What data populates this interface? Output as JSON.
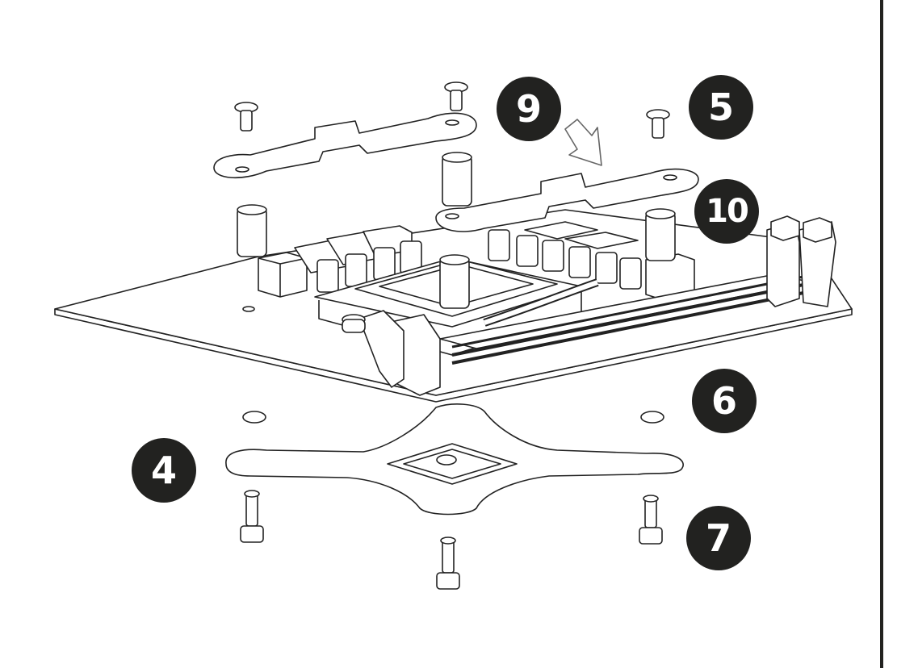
{
  "callouts": [
    {
      "id": "9",
      "label": "9"
    },
    {
      "id": "5",
      "label": "5"
    },
    {
      "id": "10",
      "label": "10"
    },
    {
      "id": "6",
      "label": "6"
    },
    {
      "id": "4",
      "label": "4"
    },
    {
      "id": "7",
      "label": "7"
    }
  ],
  "colors": {
    "ink": "#222220",
    "background": "#ffffff"
  }
}
